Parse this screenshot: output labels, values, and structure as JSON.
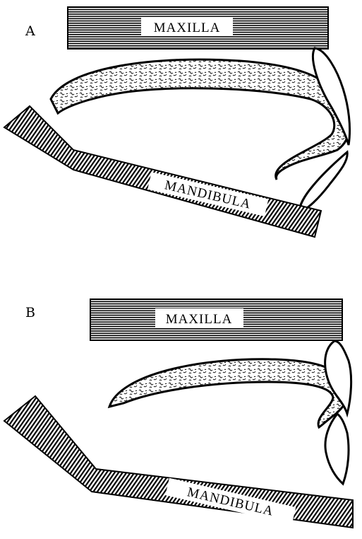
{
  "panels": [
    {
      "letter": "A",
      "maxilla_label": "MAXILLA",
      "mandible_label": "MANDIBULA"
    },
    {
      "letter": "B",
      "maxilla_label": "MAXILLA",
      "mandible_label": "MANDIBULA"
    }
  ]
}
